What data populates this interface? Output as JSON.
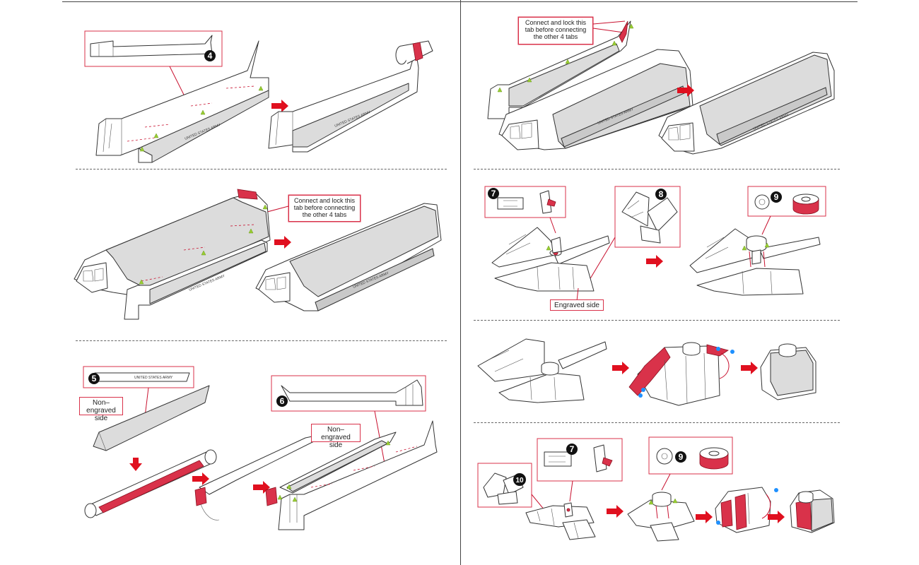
{
  "badges": {
    "b4": "4",
    "b5": "5",
    "b6": "6",
    "b7a": "7",
    "b8": "8",
    "b9a": "9",
    "b7b": "7",
    "b9b": "9",
    "b10": "10"
  },
  "labels": {
    "connect_lock_left": "Connect and lock this tab before connecting the other 4 tabs",
    "connect_lock_right": "Connect and lock this tab before connecting the other 4 tabs",
    "non_engraved_1": "Non–engraved side",
    "non_engraved_2": "Non–engraved side",
    "engraved_side": "Engraved side"
  },
  "engraving": {
    "army": "UNITED STATES ARMY"
  },
  "colors": {
    "callout_border": "#d9324a",
    "arrow": "#e0101f",
    "highlight": "#d9324a",
    "tab_marker": "#9acd32",
    "pivot_marker": "#1e90ff"
  }
}
